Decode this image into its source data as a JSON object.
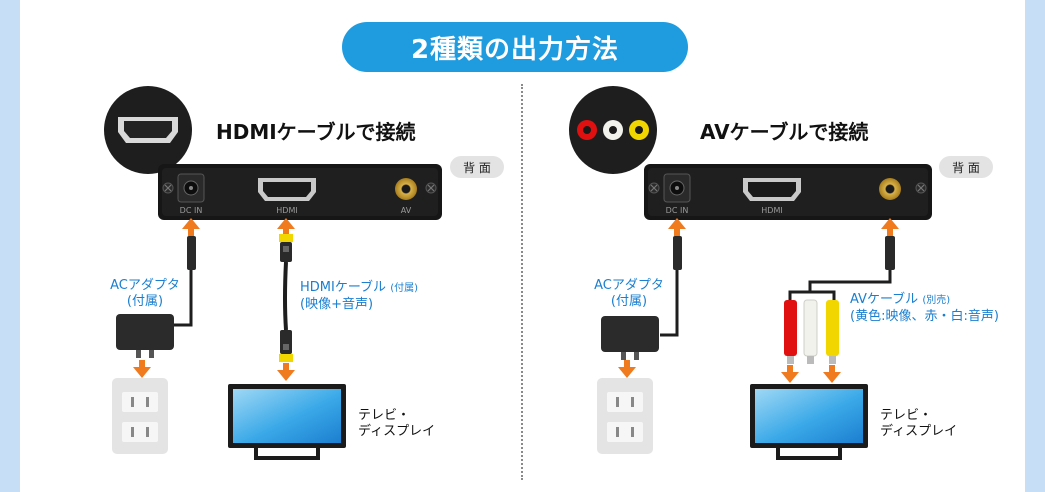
{
  "title": "2種類の出力方法",
  "left_panel": {
    "heading": "HDMIケーブルで接続",
    "back_badge": "背 面",
    "ports": [
      "DC IN",
      "HDMI",
      "AV"
    ],
    "ac_adapter_label": [
      "ACアダプタ",
      "(付属)"
    ],
    "cable_label": {
      "main": "HDMIケーブル",
      "note": "(付属)",
      "line2": "(映像+音声)"
    },
    "display_label": [
      "テレビ・",
      "ディスプレイ"
    ]
  },
  "right_panel": {
    "heading": "AVケーブルで接続",
    "back_badge": "背 面",
    "ports": [
      "DC IN",
      "HDMI"
    ],
    "ac_adapter_label": [
      "ACアダプタ",
      "(付属)"
    ],
    "cable_label": {
      "main": "AVケーブル",
      "note": "(別売)",
      "line2": "(黄色:映像、赤・白:音声)"
    },
    "display_label": [
      "テレビ・",
      "ディスプレイ"
    ]
  },
  "colors": {
    "accent_blue": "#1f9be0",
    "arrow_orange": "#f07a1e",
    "connector_yellow": "#f2d600",
    "rca_red": "#e01010",
    "rca_white": "#f2f2ec",
    "rca_yellow": "#f2d600"
  },
  "icons": [
    "hdmi-port-icon",
    "rca-ports-icon",
    "ac-adapter-icon",
    "wall-outlet-icon",
    "display-icon"
  ]
}
